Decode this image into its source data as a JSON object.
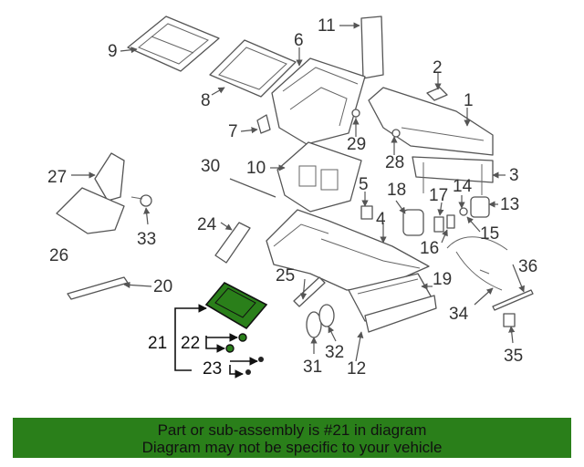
{
  "diagram": {
    "highlight_color": "#2a7f1a",
    "callouts": [
      "1",
      "2",
      "3",
      "4",
      "5",
      "6",
      "7",
      "8",
      "9",
      "10",
      "11",
      "12",
      "13",
      "14",
      "15",
      "16",
      "17",
      "18",
      "19",
      "20",
      "21",
      "22",
      "23",
      "24",
      "25",
      "26",
      "27",
      "28",
      "29",
      "30",
      "31",
      "32",
      "33",
      "34",
      "35",
      "36"
    ]
  },
  "footer": {
    "line1": "Part or sub-assembly is #21 in diagram",
    "line2": "Diagram may not be specific to your vehicle",
    "background": "#2a7f1a"
  }
}
